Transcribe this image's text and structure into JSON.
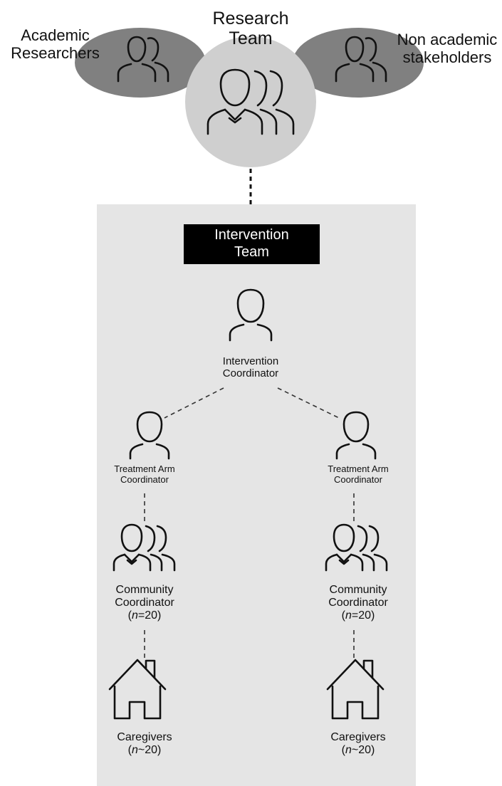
{
  "research_cluster": {
    "academic": {
      "line1": "Academic",
      "line2": "Researchers"
    },
    "research_team": {
      "line1": "Research",
      "line2": "Team"
    },
    "non_academic": {
      "line1": "Non academic",
      "line2": "stakeholders"
    }
  },
  "intervention_team": {
    "badge": {
      "line1": "Intervention",
      "line2": "Team"
    },
    "coordinator": {
      "line1": "Intervention",
      "line2": "Coordinator"
    },
    "arms": [
      {
        "arm_coordinator": {
          "line1": "Treatment Arm",
          "line2": "Coordinator"
        },
        "community": {
          "line1": "Community",
          "line2": "Coordinator",
          "n_symbol": "n",
          "n_value": "=20"
        },
        "caregivers": {
          "line1": "Caregivers",
          "n_symbol": "n",
          "n_value": "~20"
        }
      },
      {
        "arm_coordinator": {
          "line1": "Treatment Arm",
          "line2": "Coordinator"
        },
        "community": {
          "line1": "Community",
          "line2": "Coordinator",
          "n_symbol": "n",
          "n_value": "=20"
        },
        "caregivers": {
          "line1": "Caregivers",
          "n_symbol": "n",
          "n_value": "~20"
        }
      }
    ]
  },
  "colors": {
    "side_ellipse": "#808080",
    "research_circle": "#cfcfcf",
    "panel": "#e5e5e5",
    "badge": "#000000",
    "stroke": "#111111"
  }
}
